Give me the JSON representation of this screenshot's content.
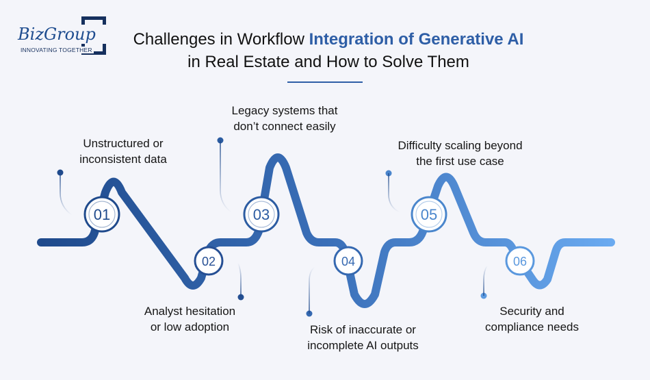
{
  "logo": {
    "brand": "BizGroup",
    "tagline": "INNOVATING TOGETHER"
  },
  "title": {
    "part1": "Challenges in Workflow ",
    "highlight": "Integration of Generative AI",
    "line2": "in Real Estate and How to Solve Them"
  },
  "colors": {
    "dark_navy": "#1f4a8c",
    "light_blue": "#6aaaf0",
    "accent": "#2e5ea6"
  },
  "challenges": [
    {
      "number": "01",
      "line1": "Unstructured or",
      "line2": "inconsistent data"
    },
    {
      "number": "02",
      "line1": "Analyst hesitation",
      "line2": "or low adoption"
    },
    {
      "number": "03",
      "line1": "Legacy systems that",
      "line2": "don’t connect easily"
    },
    {
      "number": "04",
      "line1": "Risk of inaccurate or",
      "line2": "incomplete AI outputs"
    },
    {
      "number": "05",
      "line1": "Difficulty scaling beyond",
      "line2": "the first use case"
    },
    {
      "number": "06",
      "line1": "Security and",
      "line2": "compliance needs"
    }
  ]
}
